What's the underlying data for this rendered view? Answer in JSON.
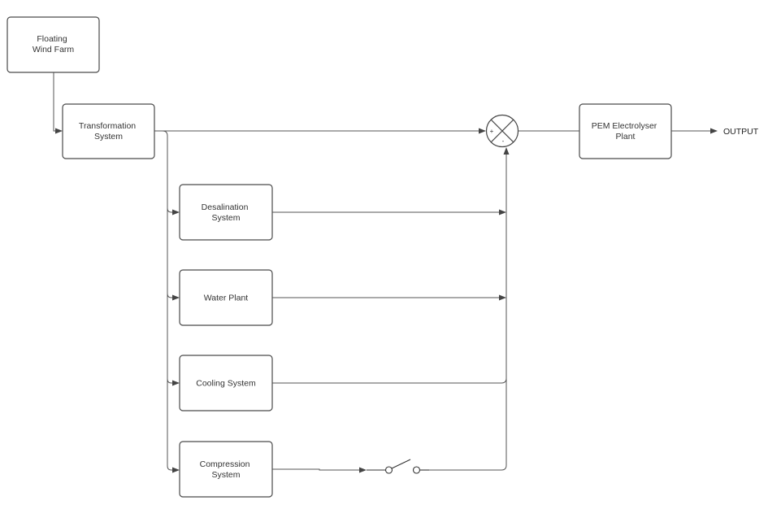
{
  "diagram": {
    "nodes": {
      "wind_farm": {
        "line1": "Floating",
        "line2": "Wind Farm"
      },
      "transformation": {
        "line1": "Transformation",
        "line2": "System"
      },
      "desalination": {
        "line1": "Desalination",
        "line2": "System"
      },
      "water_plant": {
        "line1": "Water Plant"
      },
      "cooling": {
        "line1": "Cooling System"
      },
      "compression": {
        "line1": "Compression",
        "line2": "System"
      },
      "pem": {
        "line1": "PEM Electrolyser",
        "line2": "Plant"
      }
    },
    "summing_junction": {
      "plus": "+",
      "minus": "-"
    },
    "output_label": "OUTPUT",
    "switch_state": "open"
  }
}
